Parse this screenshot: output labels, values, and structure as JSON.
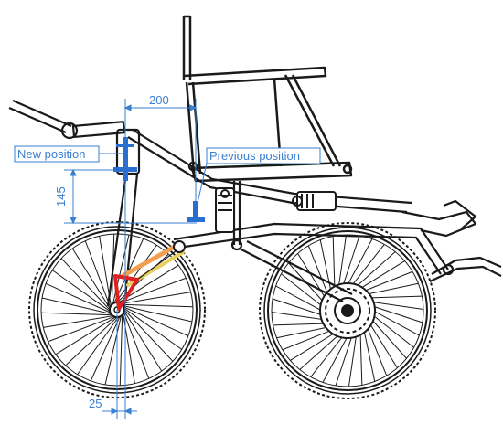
{
  "annotations": {
    "dim_horizontal_top": "200",
    "dim_vertical": "145",
    "dim_horizontal_bottom": "25",
    "label_new": "New position",
    "label_previous": "Previous position"
  },
  "colors": {
    "line": "#1a1a1a",
    "dimension": "#3a7fd0",
    "marker": "#2a6fd0",
    "triangle": "#e02020",
    "arm_orange": "#f0a050",
    "arm_yellow": "#e8d060"
  }
}
